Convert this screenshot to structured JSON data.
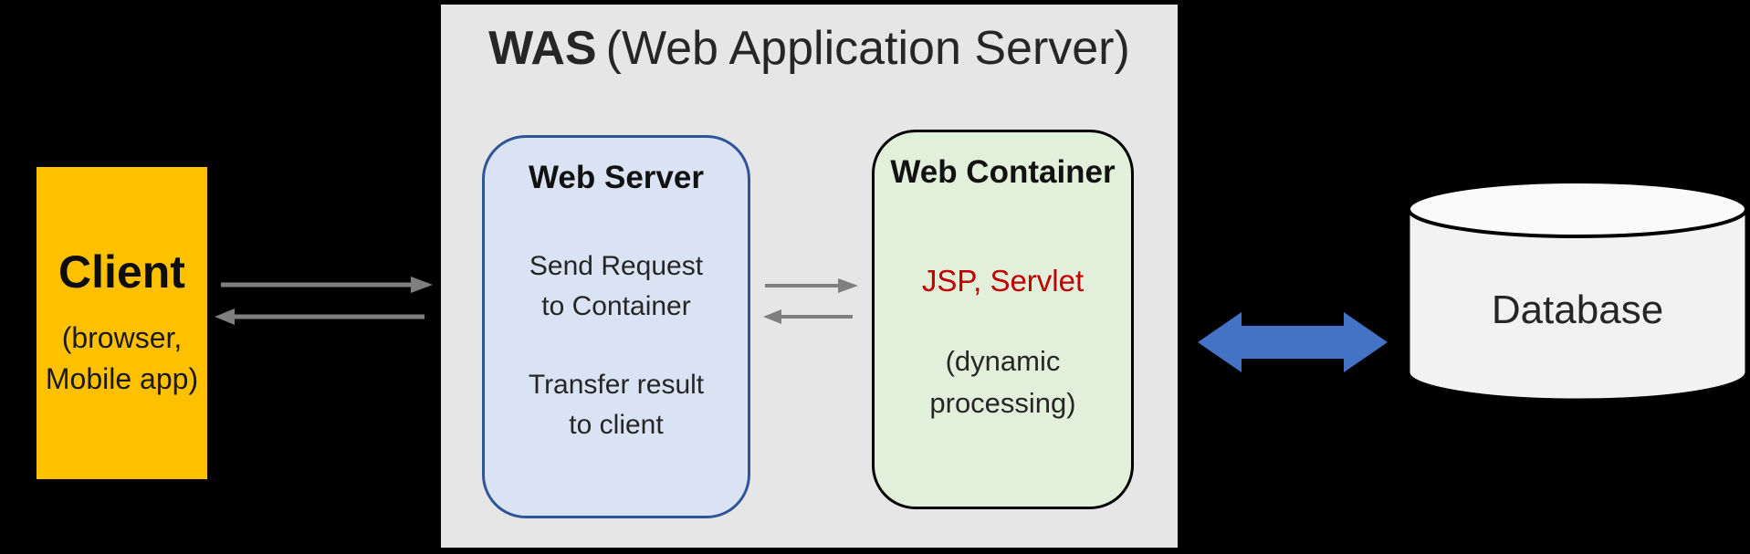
{
  "client": {
    "title": "Client",
    "subtitle_line1": "(browser,",
    "subtitle_line2": "Mobile app)"
  },
  "was": {
    "title_bold": "WAS",
    "title_rest": "(Web Application Server)"
  },
  "web_server": {
    "title": "Web Server",
    "body1_line1": "Send Request",
    "body1_line2": "to Container",
    "body2_line1": "Transfer result",
    "body2_line2": "to client"
  },
  "web_container": {
    "title": "Web Container",
    "tech": "JSP, Servlet",
    "body_line1": "(dynamic",
    "body_line2": "processing)"
  },
  "database": {
    "label": "Database"
  },
  "colors": {
    "background": "#000000",
    "client_fill": "#FFC000",
    "was_fill": "#E7E6E6",
    "server_fill": "#DAE3F3",
    "server_border": "#2F5597",
    "container_fill": "#E2EFDA",
    "container_border": "#000000",
    "jsp_text": "#C00000",
    "gray_arrow": "#7F7F7F",
    "blue_arrow": "#4472C4",
    "db_body_fill": "#F2F2F2",
    "db_lid_fill": "#FAFAFA",
    "db_stroke": "#000000"
  }
}
